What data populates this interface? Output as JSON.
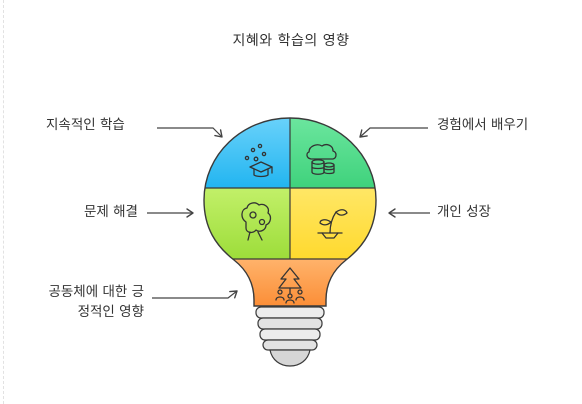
{
  "title": "지혜와 학습의 영향",
  "segments": [
    {
      "id": "continuous-learning",
      "label": "지속적인 학습",
      "color": "#38bdf8",
      "icon": "graduation-cap-icon"
    },
    {
      "id": "learning-from-experience",
      "label": "경험에서 배우기",
      "color": "#4ade80",
      "icon": "database-icon"
    },
    {
      "id": "problem-solving",
      "label": "문제 해결",
      "color": "#a3e635",
      "icon": "brain-gears-icon"
    },
    {
      "id": "personal-growth",
      "label": "개인 성장",
      "color": "#fde047",
      "icon": "plant-sprout-icon"
    },
    {
      "id": "community-impact",
      "label_line1": "공동체에 대한 긍",
      "label_line2": "정적인 영향",
      "color": "#fb923c",
      "icon": "tree-people-icon"
    }
  ]
}
